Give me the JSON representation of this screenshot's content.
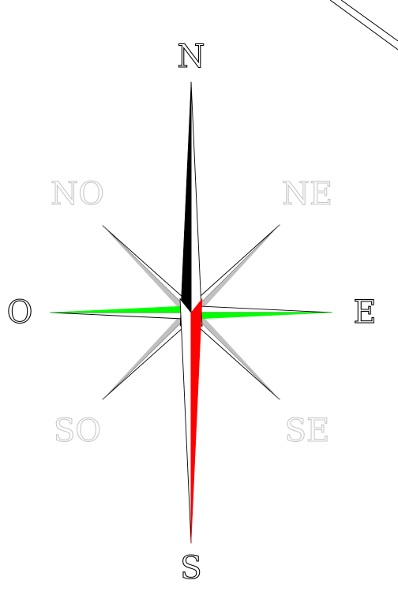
{
  "labels": {
    "north": "N",
    "east": "E",
    "south": "S",
    "west": "O",
    "northeast": "NE",
    "northwest": "NO",
    "southeast": "SE",
    "southwest": "SO"
  },
  "colors": {
    "north_needle": "#000000",
    "south_needle": "#ff0000",
    "east_west_needle": "#00ff00",
    "diagonal_needles": "#c0c0c0",
    "outline": "#000000",
    "intercardinal_label": "#c8c8c8"
  },
  "decorations": {
    "corner_mark": "double-line"
  }
}
